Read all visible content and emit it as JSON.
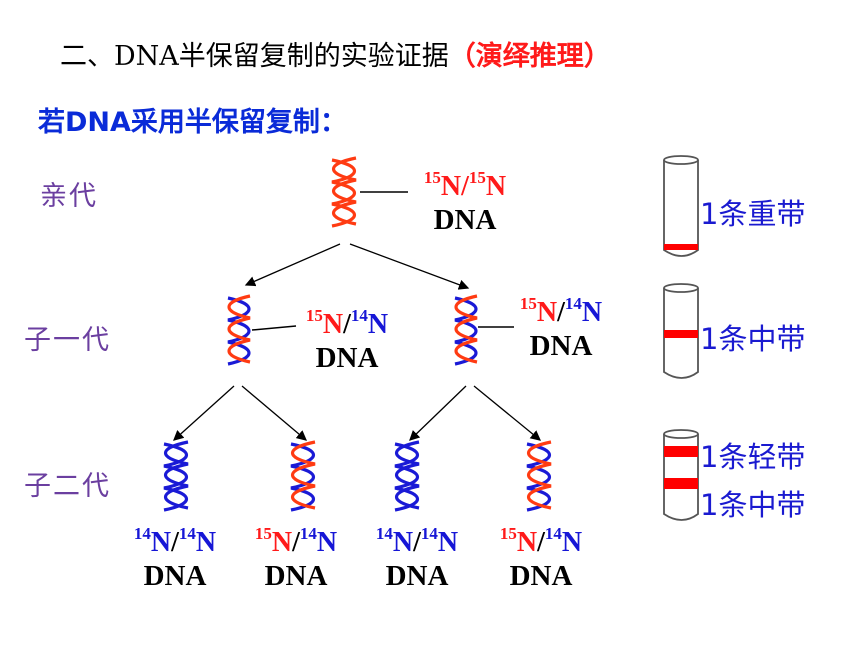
{
  "title": {
    "main": "二、DNA半保留复制的实验证据",
    "highlight": "（演绎推理）"
  },
  "subtitle": "若DNA采用半保留复制：",
  "generations": {
    "parent": "亲代",
    "first": "子一代",
    "second": "子二代"
  },
  "labels": {
    "parent": {
      "sup1": "15",
      "n1": "N",
      "slash": "/",
      "sup2": "15",
      "n2": "N",
      "dna": "DNA"
    },
    "g1_left": {
      "sup1": "15",
      "n1": "N",
      "slash": "/",
      "sup2": "14",
      "n2": "N",
      "dna": "DNA"
    },
    "g1_right": {
      "sup1": "15",
      "n1": "N",
      "slash": "/",
      "sup2": "14",
      "n2": "N",
      "dna": "DNA"
    },
    "g2_1": {
      "sup1": "14",
      "n1": "N",
      "slash": "/",
      "sup2": "14",
      "n2": "N",
      "dna": "DNA"
    },
    "g2_2": {
      "sup1": "15",
      "n1": "N",
      "slash": "/",
      "sup2": "14",
      "n2": "N",
      "dna": "DNA"
    },
    "g2_3": {
      "sup1": "14",
      "n1": "N",
      "slash": "/",
      "sup2": "14",
      "n2": "N",
      "dna": "DNA"
    },
    "g2_4": {
      "sup1": "15",
      "n1": "N",
      "slash": "/",
      "sup2": "14",
      "n2": "N",
      "dna": "DNA"
    }
  },
  "bands": {
    "parent": "1条重带",
    "first": "1条中带",
    "second_light": "1条轻带",
    "second_mid": "1条中带"
  },
  "colors": {
    "heavy_strand": "#ff3b12",
    "light_strand": "#1a1ad6",
    "band": "#ff0000",
    "tube_outline": "#555555"
  }
}
